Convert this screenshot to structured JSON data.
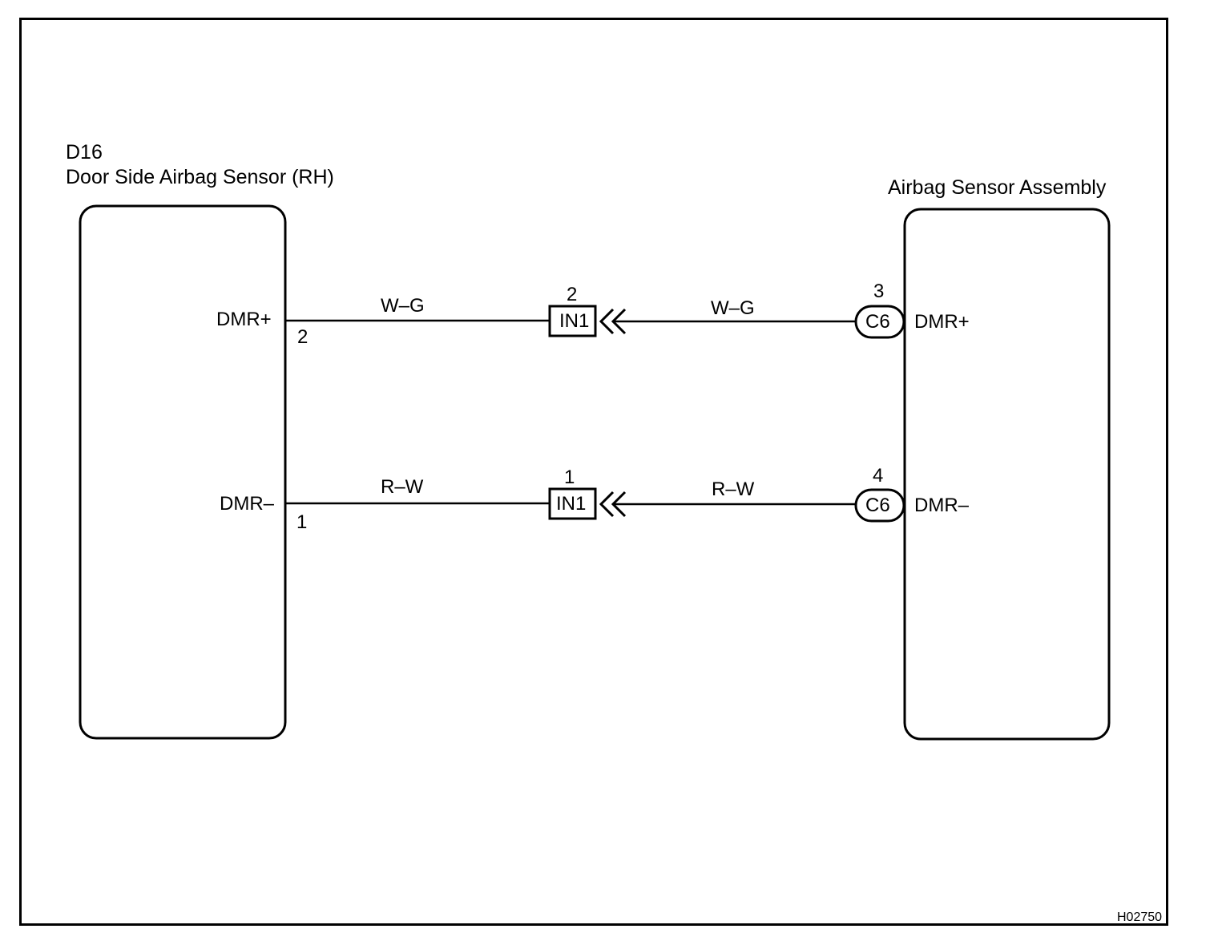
{
  "left_component": {
    "code": "D16",
    "name": "Door Side Airbag Sensor (RH)",
    "pins": [
      {
        "label": "DMR+",
        "number": "2"
      },
      {
        "label": "DMR–",
        "number": "1"
      }
    ]
  },
  "right_component": {
    "name": "Airbag Sensor Assembly",
    "pins": [
      {
        "label": "DMR+",
        "number": "3",
        "connector": "C6"
      },
      {
        "label": "DMR–",
        "number": "4",
        "connector": "C6"
      }
    ]
  },
  "wires": [
    {
      "color_left": "W–G",
      "color_right": "W–G",
      "junction": "IN1",
      "junction_pin": "2"
    },
    {
      "color_left": "R–W",
      "color_right": "R–W",
      "junction": "IN1",
      "junction_pin": "1"
    }
  ],
  "figure_id": "H02750"
}
